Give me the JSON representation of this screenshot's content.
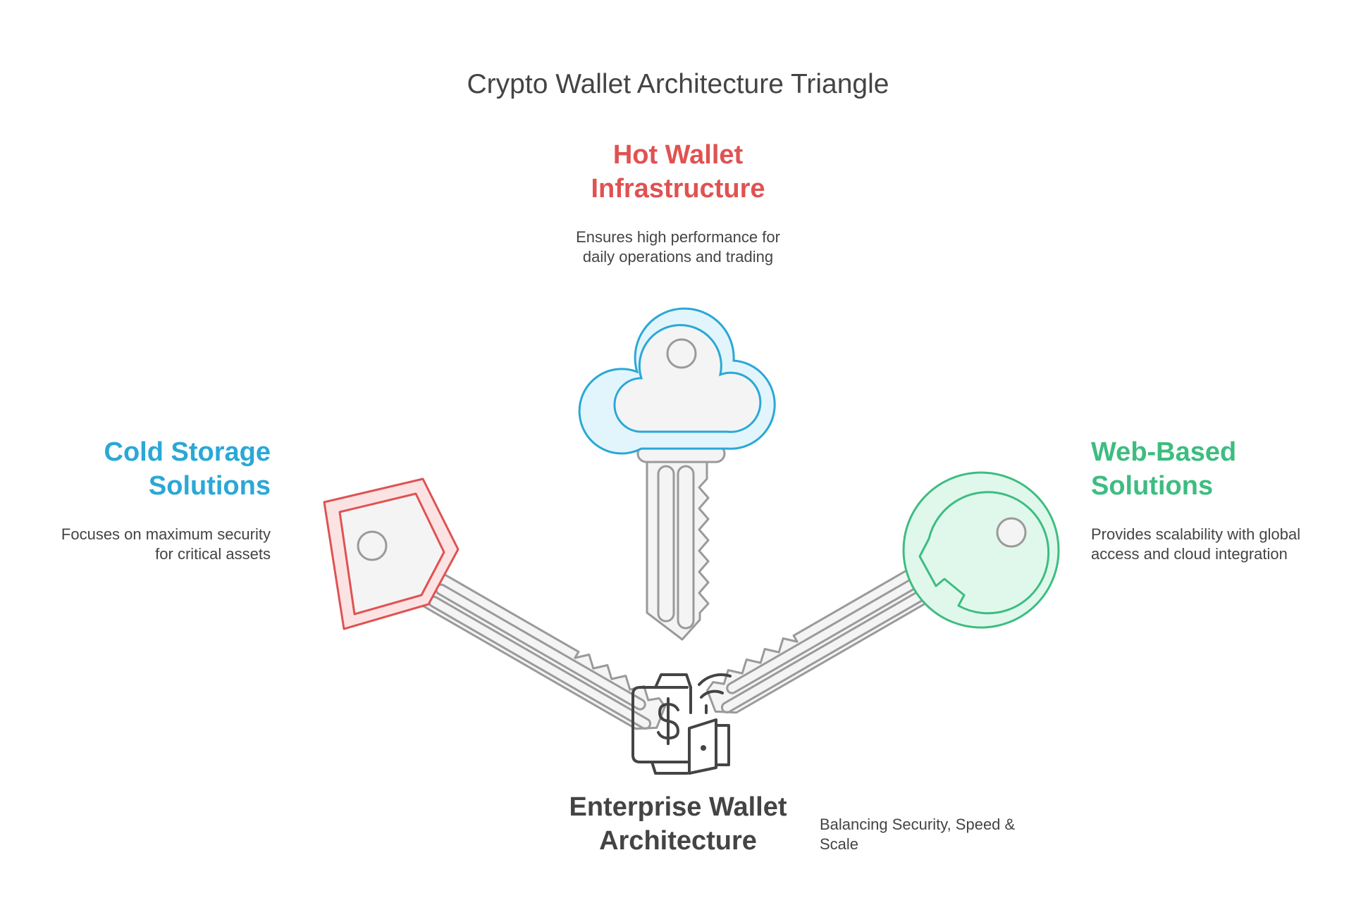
{
  "title": "Crypto Wallet Architecture Triangle",
  "colors": {
    "hot": "#E05252",
    "cold": "#2AA8D6",
    "web": "#3DBD80",
    "text": "#444444",
    "key_outline": "#9A9A9A",
    "key_fill": "#F4F4F4"
  },
  "nodes": {
    "hot": {
      "title_lines": [
        "Hot Wallet",
        "Infrastructure"
      ],
      "desc_lines": [
        "Ensures high performance for",
        "daily operations and trading"
      ]
    },
    "cold": {
      "title_lines": [
        "Cold Storage",
        "Solutions"
      ],
      "desc_lines": [
        "Focuses on maximum security",
        "for critical assets"
      ]
    },
    "web": {
      "title_lines": [
        "Web-Based",
        "Solutions"
      ],
      "desc_lines": [
        "Provides scalability with global",
        "access and cloud integration"
      ]
    },
    "center": {
      "title_lines": [
        "Enterprise Wallet",
        "Architecture"
      ],
      "desc_lines": [
        "Balancing Security, Speed &",
        "Scale"
      ]
    }
  },
  "icons": {
    "hot_key": "cloud-key-icon",
    "cold_key": "diamond-key-icon",
    "web_key": "round-key-icon",
    "center": "wallet-dollar-icon"
  }
}
